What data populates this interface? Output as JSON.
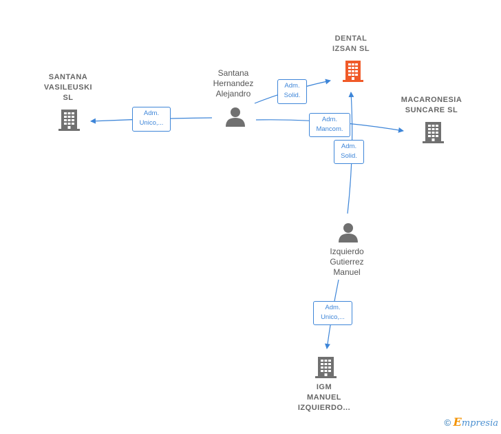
{
  "nodes": {
    "dental": {
      "label": "DENTAL\nIZSAN  SL",
      "color": "#f05a28"
    },
    "santana_vasileuski": {
      "label": "SANTANA\nVASILEUSKI\nSL",
      "color": "#707070"
    },
    "macaronesia": {
      "label": "MACARONESIA\nSUNCARE  SL",
      "color": "#707070"
    },
    "igm": {
      "label": "IGM\nMANUEL\nIZQUIERDO...",
      "color": "#707070"
    },
    "santana_person": {
      "label": "Santana\nHernandez\nAlejandro",
      "color": "#707070"
    },
    "izquierdo_person": {
      "label": "Izquierdo\nGutierrez\nManuel",
      "color": "#707070"
    }
  },
  "edges": {
    "e1": {
      "label": "Adm.\nSolid."
    },
    "e2": {
      "label": "Adm.\nUnico,..."
    },
    "e3": {
      "label": "Adm.\nMancom."
    },
    "e4": {
      "label": "Adm.\nSolid."
    },
    "e5": {
      "label": "Adm.\nUnico,..."
    }
  },
  "colors": {
    "edge": "#3d85d8"
  },
  "footer": {
    "copyright": "©",
    "brand_initial": "E",
    "brand_rest": "mpresia"
  }
}
